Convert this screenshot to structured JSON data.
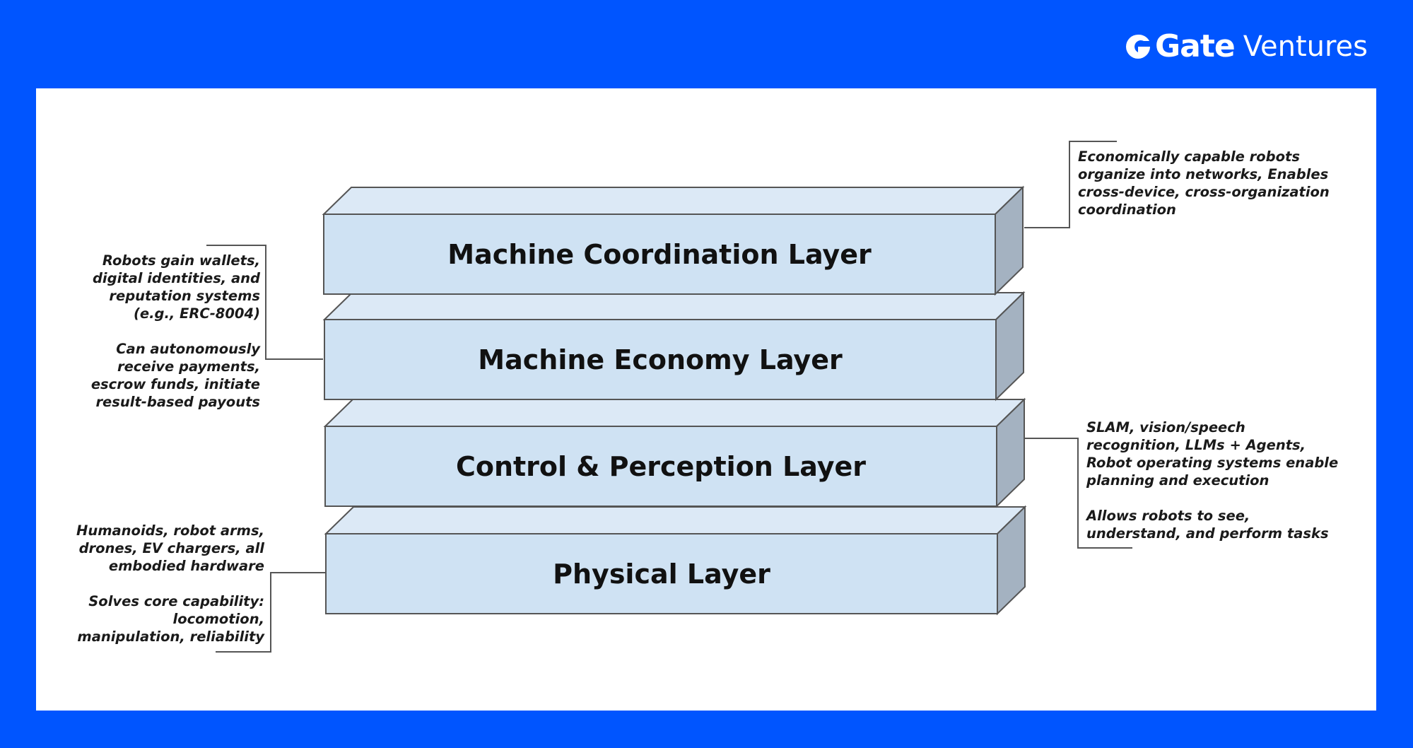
{
  "brand": {
    "name": "Gate",
    "sub": "Ventures",
    "icon": "gate-logo-icon",
    "color": "#FFFFFF"
  },
  "colors": {
    "background": "#0055FF",
    "panel": "#FFFFFF",
    "layer_front": "#CFE2F3",
    "layer_top": "#DCE9F6",
    "layer_side": "#A4B2C1",
    "outline": "#555555"
  },
  "layers": [
    {
      "id": "coordination",
      "label": "Machine Coordination Layer"
    },
    {
      "id": "economy",
      "label": "Machine Economy Layer"
    },
    {
      "id": "control",
      "label": "Control & Perception Layer"
    },
    {
      "id": "physical",
      "label": "Physical Layer"
    }
  ],
  "annotations": {
    "coordination": {
      "lines": [
        "Economically capable robots",
        "organize into networks, Enables",
        "cross-device, cross-organization",
        "coordination"
      ]
    },
    "economy": {
      "para1": [
        "Robots gain wallets,",
        "digital identities, and",
        "reputation systems",
        "(e.g., ERC-8004)"
      ],
      "para2": [
        "Can autonomously",
        "receive payments,",
        "escrow funds, initiate",
        "result-based payouts"
      ]
    },
    "control": {
      "para1": [
        "SLAM, vision/speech",
        "recognition, LLMs + Agents,",
        "Robot operating systems enable",
        "planning and execution"
      ],
      "para2": [
        "Allows robots to see,",
        "understand, and perform tasks"
      ]
    },
    "physical": {
      "para1": [
        "Humanoids, robot arms,",
        "drones, EV chargers, all",
        "embodied hardware"
      ],
      "para2": [
        "Solves core capability:",
        "locomotion,",
        "manipulation, reliability"
      ]
    }
  }
}
